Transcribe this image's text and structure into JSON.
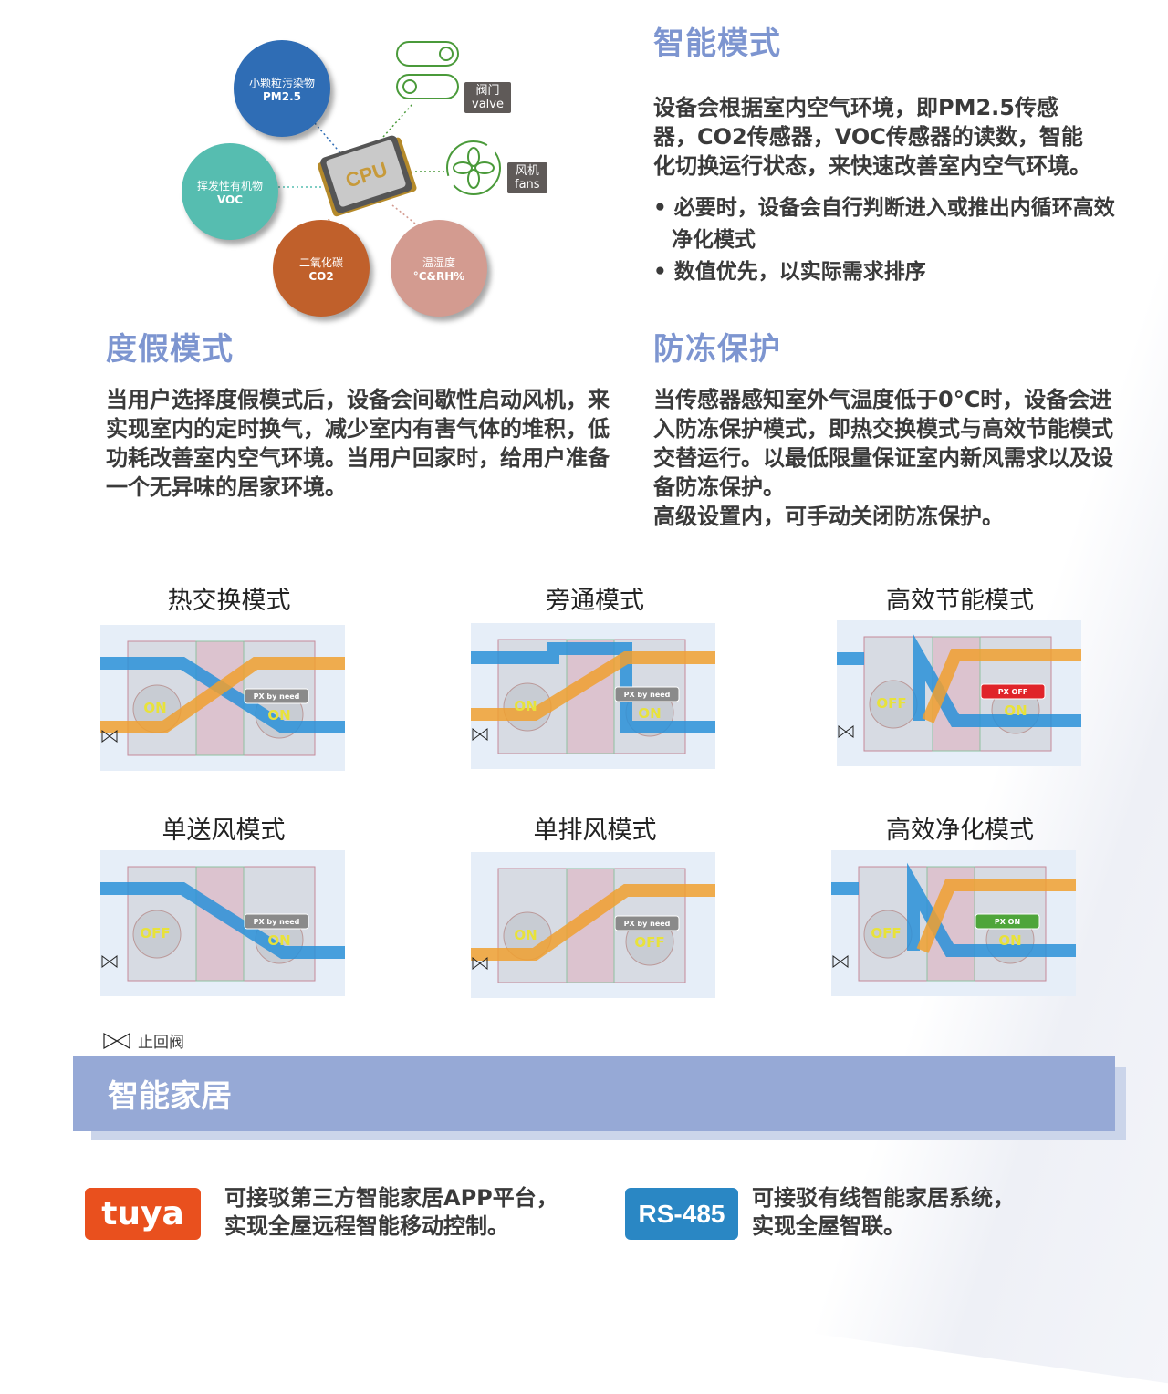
{
  "diagram": {
    "cpu_label": "CPU",
    "sensors": [
      {
        "name": "小颗粒污染物",
        "code": "PM2.5",
        "color": "#2f6db5"
      },
      {
        "name": "挥发性有机物",
        "code": "VOC",
        "color": "#56bdb0"
      },
      {
        "name": "二氧化碳",
        "code": "CO2",
        "color": "#c0602b"
      },
      {
        "name": "温湿度",
        "code": "°C&RH%",
        "color": "#d39b90"
      }
    ],
    "outputs": [
      {
        "name": "阀门",
        "en": "valve",
        "icon": "valve-toggle-icon"
      },
      {
        "name": "风机",
        "en": "fans",
        "icon": "fan-icon"
      }
    ],
    "accent": "#4a9a3a"
  },
  "smart_mode": {
    "title": "智能模式",
    "text": "设备会根据室内空气环境，即PM2.5传感器，CO2传感器，VOC传感器的读数，智能化切换运行状态，来快速改善室内空气环境。",
    "bullets": [
      "必要时，设备会自行判断进入或推出内循环高效净化模式",
      "数值优先，以实际需求排序"
    ]
  },
  "vacation_mode": {
    "title": "度假模式",
    "text": "当用户选择度假模式后，设备会间歇性启动风机，来实现室内的定时换气，减少室内有害气体的堆积，低功耗改善室内空气环境。当用户回家时，给用户准备一个无异味的居家环境。"
  },
  "antifreeze": {
    "title": "防冻保护",
    "text": "当传感器感知室外气温度低于0°C时，设备会进入防冻保护模式，即热交换模式与高效节能模式交替运行。以最低限量保证室内新风需求以及设备防冻保护。",
    "text2": "高级设置内，可手动关闭防冻保护。"
  },
  "modes": [
    {
      "title": "热交换模式",
      "fan_left": "ON",
      "fan_right": "ON",
      "px": "PX by need",
      "px_color": "#8a8a8a",
      "flow": "cross"
    },
    {
      "title": "旁通模式",
      "fan_left": "ON",
      "fan_right": "ON",
      "px": "PX by need",
      "px_color": "#8a8a8a",
      "flow": "bypass"
    },
    {
      "title": "高效节能模式",
      "fan_left": "OFF",
      "fan_right": "ON",
      "px": "PX OFF",
      "px_color": "#e0242a",
      "flow": "recirc"
    },
    {
      "title": "单送风模式",
      "fan_left": "OFF",
      "fan_right": "ON",
      "px": "PX by need",
      "px_color": "#8a8a8a",
      "flow": "supply"
    },
    {
      "title": "单排风模式",
      "fan_left": "ON",
      "fan_right": "OFF",
      "px": "PX by need",
      "px_color": "#8a8a8a",
      "flow": "exhaust"
    },
    {
      "title": "高效净化模式",
      "fan_left": "OFF",
      "fan_right": "ON",
      "px": "PX ON",
      "px_color": "#4ea53a",
      "flow": "recirc"
    }
  ],
  "legend": {
    "icon": "check-valve-icon",
    "label": "止回阀"
  },
  "smart_home": {
    "title": "智能家居",
    "items": [
      {
        "logo": "tuya",
        "logo_color": "#e9501e",
        "line1": "可接驳第三方智能家居APP平台，",
        "line2": "实现全屋远程智能移动控制。"
      },
      {
        "logo": "RS-485",
        "logo_color": "#2a87c4",
        "line1": "可接驳有线智能家居系统，",
        "line2": "实现全屋智联。"
      }
    ]
  }
}
